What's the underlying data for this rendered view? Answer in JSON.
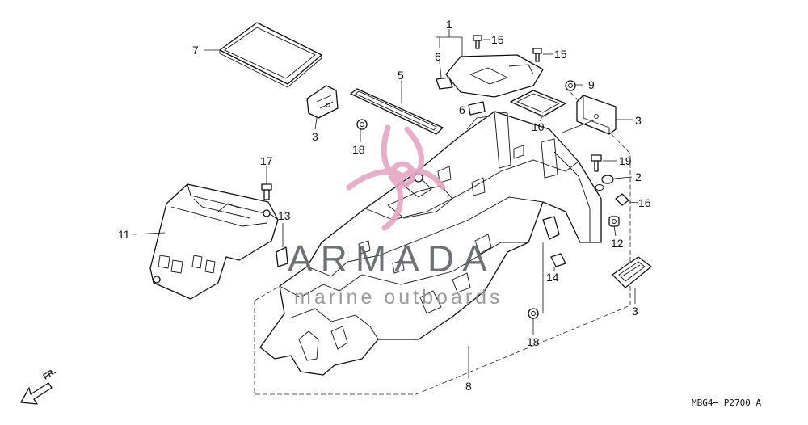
{
  "diagram": {
    "callouts": [
      {
        "id": "c1",
        "text": "1"
      },
      {
        "id": "c2",
        "text": "2"
      },
      {
        "id": "c3a",
        "text": "3"
      },
      {
        "id": "c3b",
        "text": "3"
      },
      {
        "id": "c3c",
        "text": "3"
      },
      {
        "id": "c5",
        "text": "5"
      },
      {
        "id": "c6a",
        "text": "6"
      },
      {
        "id": "c6b",
        "text": "6"
      },
      {
        "id": "c7",
        "text": "7"
      },
      {
        "id": "c8",
        "text": "8"
      },
      {
        "id": "c9",
        "text": "9"
      },
      {
        "id": "c10",
        "text": "10"
      },
      {
        "id": "c11",
        "text": "11"
      },
      {
        "id": "c12",
        "text": "12"
      },
      {
        "id": "c13",
        "text": "13"
      },
      {
        "id": "c14",
        "text": "14"
      },
      {
        "id": "c15a",
        "text": "15"
      },
      {
        "id": "c15b",
        "text": "15"
      },
      {
        "id": "c16",
        "text": "16"
      },
      {
        "id": "c17",
        "text": "17"
      },
      {
        "id": "c18a",
        "text": "18"
      },
      {
        "id": "c18b",
        "text": "18"
      },
      {
        "id": "c19",
        "text": "19"
      }
    ],
    "diagram_code": "MBG4− P2700 A",
    "front_label": "FR."
  },
  "watermark": {
    "brand": "ARMADA",
    "tagline": "marine outboards",
    "logo_color": "#e4a6c4"
  }
}
